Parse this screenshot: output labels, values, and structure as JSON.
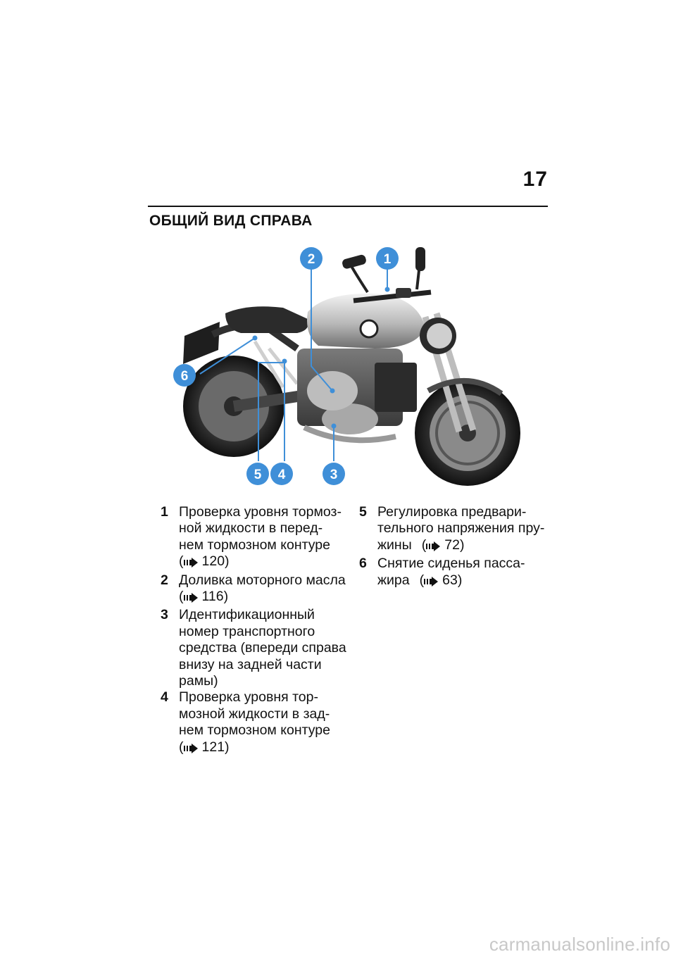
{
  "page": {
    "number": "17",
    "title": "ОБЩИЙ ВИД СПРАВА"
  },
  "figure": {
    "callout_color": "#3f8fd8",
    "callouts": [
      {
        "number": "1",
        "label": "1"
      },
      {
        "number": "2",
        "label": "2"
      },
      {
        "number": "3",
        "label": "3"
      },
      {
        "number": "4",
        "label": "4"
      },
      {
        "number": "5",
        "label": "5"
      },
      {
        "number": "6",
        "label": "6"
      }
    ]
  },
  "items": [
    {
      "number": "1",
      "lines": [
        "Проверка уровня тормоз-",
        "ной жидкости в перед-",
        "нем тормозном контуре"
      ],
      "ref": "120"
    },
    {
      "number": "2",
      "lines": [
        "Доливка моторного масла"
      ],
      "ref": "116"
    },
    {
      "number": "3",
      "lines": [
        "Идентификационный",
        "номер транспортного",
        "средства (впереди справа",
        "внизу на задней части",
        "рамы)"
      ],
      "ref": ""
    },
    {
      "number": "4",
      "lines": [
        "Проверка уровня тор-",
        "мозной жидкости в зад-",
        "нем тормозном контуре"
      ],
      "ref": "121"
    },
    {
      "number": "5",
      "lines": [
        "Регулировка предвари-",
        "тельного напряжения пру-",
        "жины"
      ],
      "ref": "72"
    },
    {
      "number": "6",
      "lines": [
        "Снятие сиденья пасса-",
        "жира"
      ],
      "ref": "63"
    }
  ],
  "ref_icon": "arrow-right-icon",
  "watermark": "carmanualsonline.info"
}
